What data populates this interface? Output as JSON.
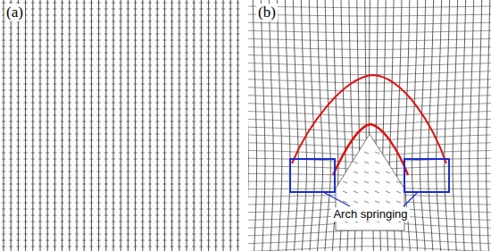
{
  "diagram": {
    "labels": [
      "(a)",
      "(b)",
      "Arch springing"
    ]
  }
}
